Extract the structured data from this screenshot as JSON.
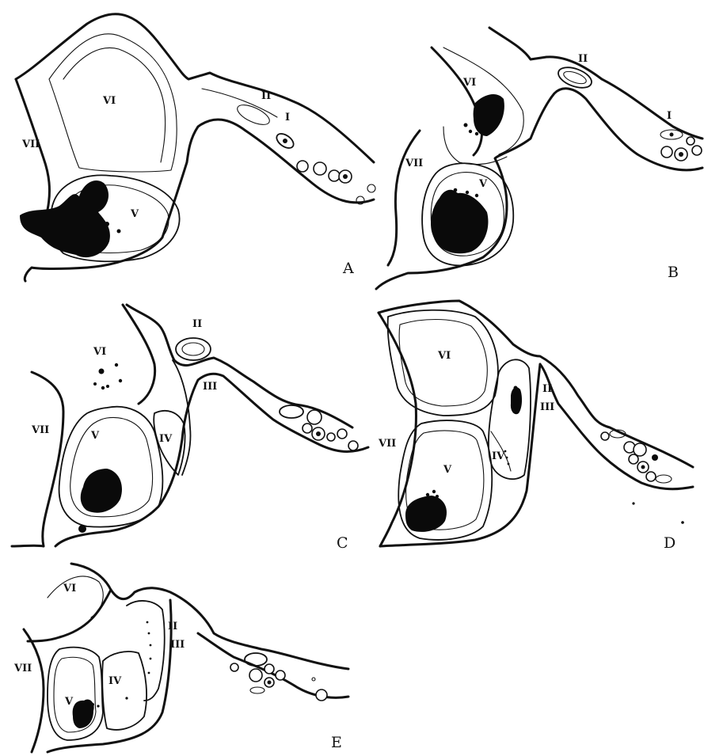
{
  "figure": {
    "panels": [
      {
        "id": "A",
        "letter": "A",
        "labels": {
          "vi": "VI",
          "vii": "VII",
          "v": "V",
          "ii": "II",
          "i": "I"
        }
      },
      {
        "id": "B",
        "letter": "B",
        "labels": {
          "vi": "VI",
          "vii": "VII",
          "v": "V",
          "ii": "II",
          "i": "I"
        }
      },
      {
        "id": "C",
        "letter": "C",
        "labels": {
          "vi": "VI",
          "vii": "VII",
          "v": "V",
          "iv": "IV",
          "iii": "III",
          "ii": "II"
        }
      },
      {
        "id": "D",
        "letter": "D",
        "labels": {
          "vi": "VI",
          "vii": "VII",
          "v": "V",
          "iv": "IV",
          "iii": "III",
          "ii": "II"
        }
      },
      {
        "id": "E",
        "letter": "E",
        "labels": {
          "vi": "VI",
          "vii": "VII",
          "v": "V",
          "iv": "IV",
          "iii": "III",
          "ii": "II"
        }
      }
    ]
  }
}
